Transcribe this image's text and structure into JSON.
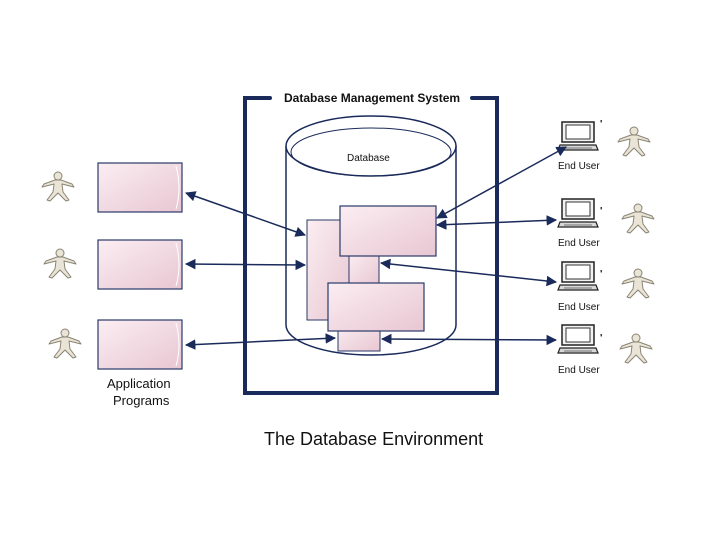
{
  "diagram": {
    "system_title": "Database Management System",
    "database_label": "Database",
    "end_user_label": "End User",
    "app_label_line1": "Application",
    "app_label_line2": "Programs",
    "caption": "The Database Environment"
  },
  "colors": {
    "frame": "#1a2a5a",
    "arrow": "#1a2a5a",
    "box_fill": "#f2d8e0",
    "box_stroke": "#2a3a6a",
    "person_fill": "#e9e4d6",
    "person_stroke": "#8a8474"
  },
  "icons": [
    "person-icon",
    "computer-icon"
  ]
}
